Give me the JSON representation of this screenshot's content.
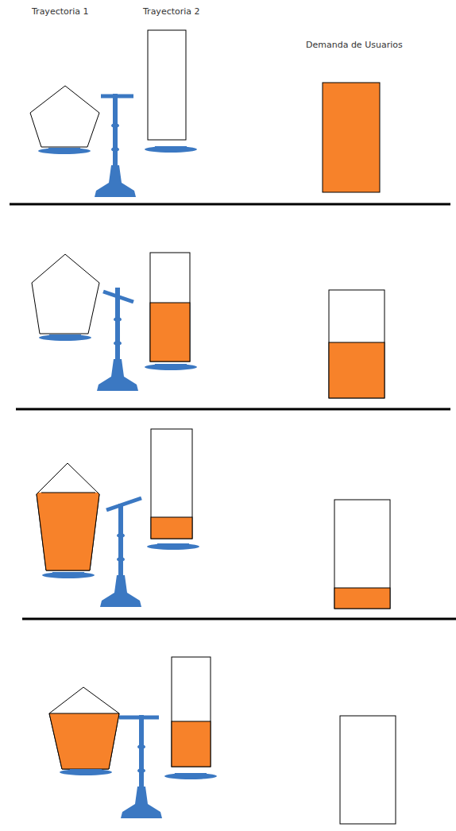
{
  "diagram": {
    "labels": [
      "Trayectoria 1",
      "Trayectoria 2",
      "Demanda de Usuarios"
    ]
  }
}
